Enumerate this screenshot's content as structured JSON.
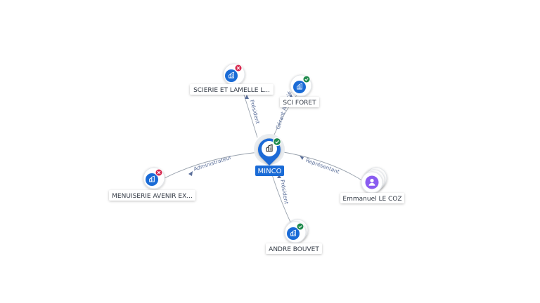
{
  "center": {
    "label": "MINCO",
    "icon": "company-icon",
    "status": "active"
  },
  "colors": {
    "primary": "#1a6bd6",
    "active": "#1e8a4c",
    "inactive": "#d6264d",
    "person": "#8a5cf0",
    "edge": "#9aa3ae",
    "edge_label": "#5b6f9a"
  },
  "nodes": [
    {
      "id": "scierie",
      "label": "SCIERIE ET LAMELLE L...",
      "type": "company",
      "status": "inactive",
      "relation": "Président"
    },
    {
      "id": "sci-foret",
      "label": "SCI FORET",
      "type": "company",
      "status": "active",
      "relation": "Gérant Associé"
    },
    {
      "id": "menuiserie",
      "label": "MENUISERIE AVENIR EX...",
      "type": "company",
      "status": "inactive",
      "relation": "Administrateur"
    },
    {
      "id": "emmanuel",
      "label": "Emmanuel LE COZ",
      "type": "person",
      "status": "",
      "relation": "Représentant"
    },
    {
      "id": "andre-bouvet",
      "label": "ANDRE BOUVET",
      "type": "company",
      "status": "active",
      "relation": "Président"
    }
  ]
}
